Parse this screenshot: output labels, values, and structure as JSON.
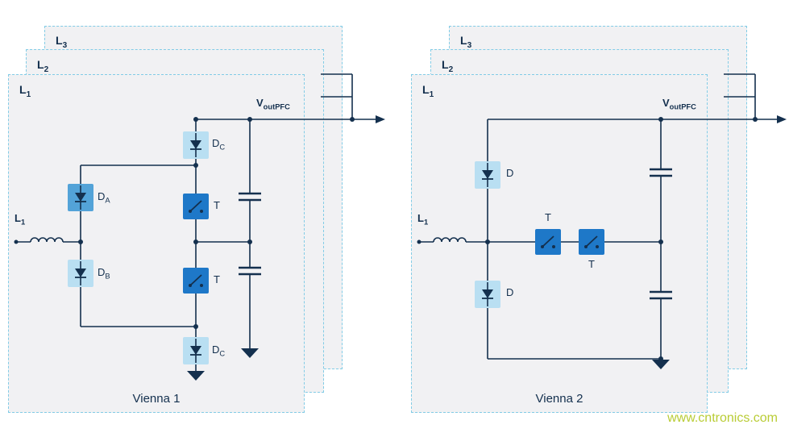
{
  "watermark": "www.cntronics.com",
  "colors": {
    "wire": "#14304e",
    "panel_fill": "#f1f1f3",
    "panel_border": "#82cce6",
    "switch_fill": "#1e78c8",
    "diode_light": "#b9dff2",
    "diode_medium": "#53a3d8",
    "watermark_color": "#b9cc35"
  },
  "left_group": {
    "caption": "Vienna 1",
    "panel_labels": [
      {
        "main": "L",
        "sub": "3"
      },
      {
        "main": "L",
        "sub": "2"
      },
      {
        "main": "L",
        "sub": "1"
      }
    ],
    "input_label": {
      "main": "L",
      "sub": "1"
    },
    "output_label": {
      "main": "V",
      "sub": "outPFC"
    },
    "component_labels": {
      "dc_top": {
        "main": "D",
        "sub": "C"
      },
      "da": {
        "main": "D",
        "sub": "A"
      },
      "db": {
        "main": "D",
        "sub": "B"
      },
      "dc_bottom": {
        "main": "D",
        "sub": "C"
      },
      "t_upper": "T",
      "t_lower": "T"
    }
  },
  "right_group": {
    "caption": "Vienna 2",
    "panel_labels": [
      {
        "main": "L",
        "sub": "3"
      },
      {
        "main": "L",
        "sub": "2"
      },
      {
        "main": "L",
        "sub": "1"
      }
    ],
    "input_label": {
      "main": "L",
      "sub": "1"
    },
    "output_label": {
      "main": "V",
      "sub": "outPFC"
    },
    "component_labels": {
      "d_top": "D",
      "d_bottom": "D",
      "t_left": "T",
      "t_right": "T"
    }
  }
}
